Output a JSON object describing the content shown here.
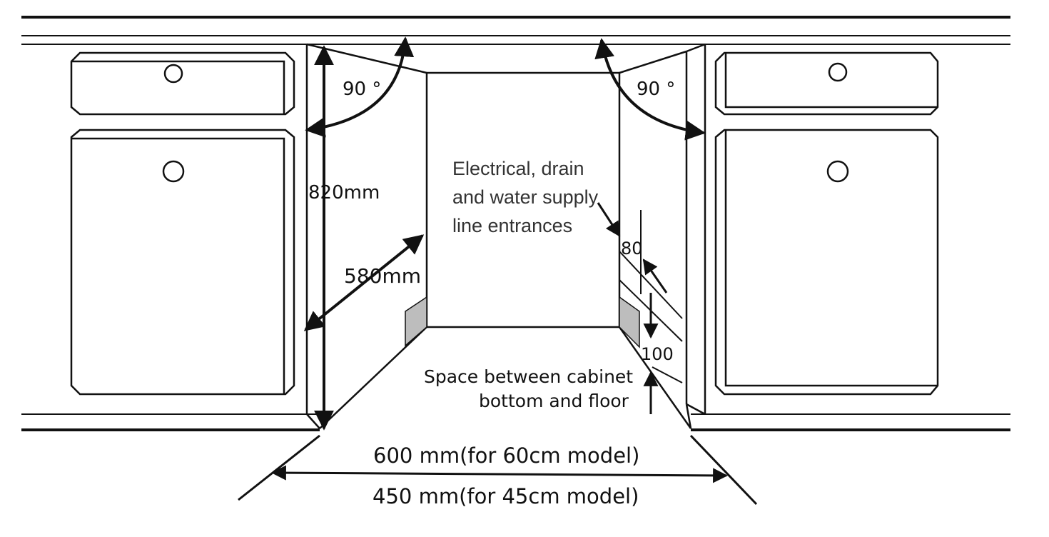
{
  "labels": {
    "angle_left": "90 °",
    "angle_right": "90 °",
    "height": "820mm",
    "depth": "580mm",
    "service_note": [
      "Electrical, drain",
      "and water supply",
      "line entrances"
    ],
    "service_height": "80",
    "plinth_height": "100",
    "plinth_note": [
      "Space between cabinet",
      "bottom and floor"
    ],
    "width_60": "600 mm(for 60cm model)",
    "width_45": "450 mm(for 45cm model)"
  },
  "colors": {
    "line": "#111111",
    "plinth_fill": "#bdbdbd"
  }
}
